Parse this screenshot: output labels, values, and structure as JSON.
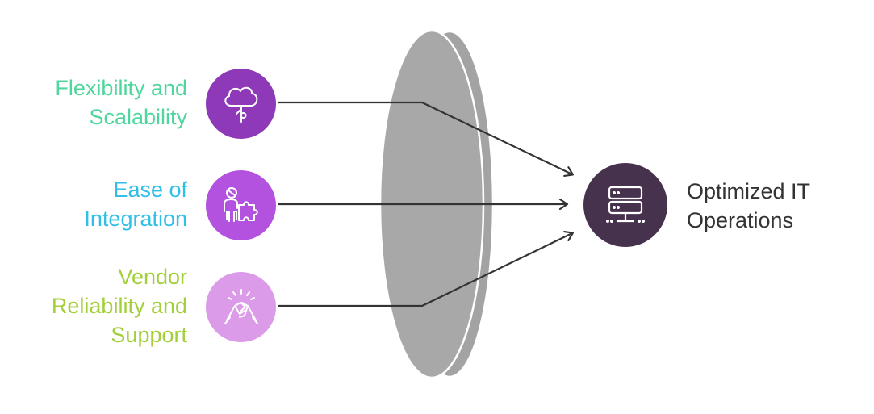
{
  "inputs": [
    {
      "label_lines": [
        "Flexibility and",
        "Scalability"
      ],
      "color": "#4fd69c",
      "circle_color": "#8e3ab8",
      "icon": "cloud-network-icon"
    },
    {
      "label_lines": [
        "Ease of",
        "Integration"
      ],
      "color": "#31bfe8",
      "circle_color": "#b352de",
      "icon": "puzzle-person-icon"
    },
    {
      "label_lines": [
        "Vendor",
        "Reliability and",
        "Support"
      ],
      "color": "#a3cf3b",
      "circle_color": "#dc9be9",
      "icon": "handshake-icon"
    }
  ],
  "output": {
    "label_lines": [
      "Optimized IT",
      "Operations"
    ],
    "color": "#333333",
    "circle_color": "#46324d",
    "icon": "server-icon"
  },
  "lens_color": "#a6a6a6",
  "arrow_color": "#333333"
}
